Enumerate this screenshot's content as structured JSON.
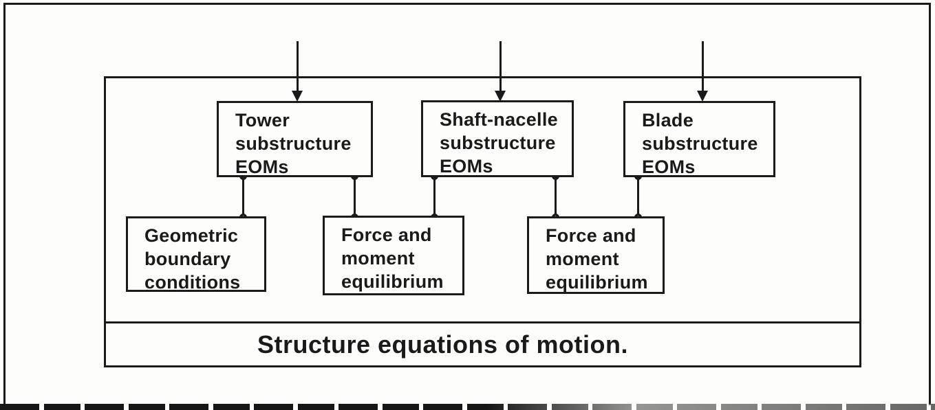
{
  "diagram": {
    "type": "block-diagram",
    "footer_label": "Structure equations of motion.",
    "substructure_boxes": [
      {
        "name": "tower-substructure-eoms",
        "lines": [
          "Tower",
          "substructure",
          "EOMs"
        ]
      },
      {
        "name": "shaft-nacelle-substructure-eoms",
        "lines": [
          "Shaft-nacelle",
          "substructure",
          "EOMs"
        ]
      },
      {
        "name": "blade-substructure-eoms",
        "lines": [
          "Blade",
          "substructure",
          "EOMs"
        ]
      }
    ],
    "coupling_boxes": [
      {
        "name": "geometric-boundary-conditions",
        "lines": [
          "Geometric",
          "boundary",
          "conditions"
        ]
      },
      {
        "name": "force-moment-equilibrium-1",
        "lines": [
          "Force and",
          "moment",
          "equilibrium"
        ]
      },
      {
        "name": "force-moment-equilibrium-2",
        "lines": [
          "Force and",
          "moment",
          "equilibrium"
        ]
      }
    ],
    "input_arrows": [
      "input-arrow-tower",
      "input-arrow-shaft-nacelle",
      "input-arrow-blade"
    ],
    "connectors": [
      "tower-to-geometric-boundary",
      "tower-to-force-equilibrium-1",
      "shaft-nacelle-to-force-equilibrium-1",
      "shaft-nacelle-to-force-equilibrium-2",
      "blade-to-force-equilibrium-2"
    ],
    "colors": {
      "ink": "#1a1a1a",
      "paper": "#fdfdfb"
    }
  }
}
